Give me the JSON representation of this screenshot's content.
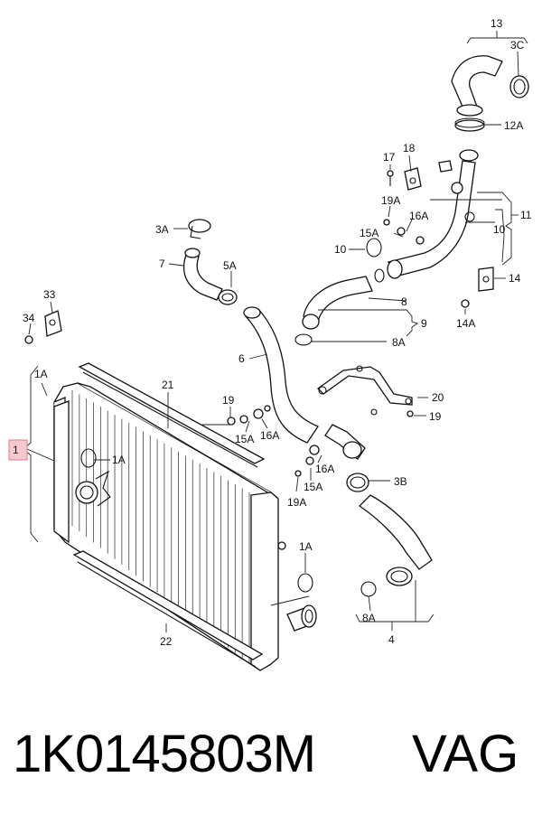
{
  "callouts": {
    "c13": "13",
    "c3C": "3C",
    "c12A": "12A",
    "c17": "17",
    "c18": "18",
    "c11": "11",
    "c10a": "10",
    "c19A_top": "19A",
    "c16A_top": "16A",
    "c15A_top": "15A",
    "c10b": "10",
    "c3A": "3A",
    "c7": "7",
    "c5A": "5A",
    "c14": "14",
    "c14A": "14A",
    "c33": "33",
    "c34": "34",
    "c8": "8",
    "c9": "9",
    "c8A_mid": "8A",
    "c1A_left": "1A",
    "c6": "6",
    "c21": "21",
    "c19_mid": "19",
    "c20": "20",
    "c19_right": "19",
    "c15A_mid": "15A",
    "c16A_mid": "16A",
    "c1": "1",
    "c1A_inner": "1A",
    "c16A_low": "16A",
    "c15A_low": "15A",
    "c3B": "3B",
    "c19A_low": "19A",
    "c1A_lower": "1A",
    "c8A_low": "8A",
    "c22": "22",
    "c4": "4"
  },
  "footer": {
    "part_number": "1K0145803M",
    "brand": "VAG"
  },
  "colors": {
    "highlight_fill": "#f6c9d0",
    "highlight_border": "#e07b8a",
    "line": "#222222"
  }
}
